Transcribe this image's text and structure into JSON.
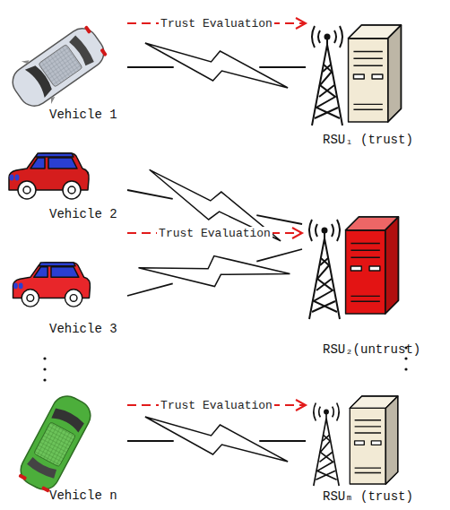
{
  "diagram": {
    "nodes": [
      {
        "text": [
          "Vehicle 1"
        ]
      },
      {
        "text": [
          "RSU₁ (trust)"
        ]
      },
      {
        "text": [
          "Vehicle 2"
        ]
      },
      {
        "text": [
          "Vehicle 3"
        ]
      },
      {
        "text": [
          "RSU₂(untrust)"
        ]
      },
      {
        "text": [
          "Vehicle n"
        ]
      },
      {
        "text": [
          "RSUₘ (trust)"
        ]
      }
    ],
    "edges": [
      {
        "from": 0,
        "to": 1,
        "arrow": "to",
        "label": "Trust Evaluation"
      },
      {
        "from": 0,
        "to": 1,
        "arrow": "none"
      },
      {
        "from": 2,
        "to": 4,
        "arrow": "to",
        "label": "Trust Evaluation"
      },
      {
        "from": 2,
        "to": 4,
        "arrow": "none"
      },
      {
        "from": 3,
        "to": 4,
        "arrow": "none"
      },
      {
        "from": 5,
        "to": 6,
        "arrow": "to",
        "label": "Trust Evaluation"
      },
      {
        "from": 5,
        "to": 6,
        "arrow": "none"
      }
    ]
  }
}
